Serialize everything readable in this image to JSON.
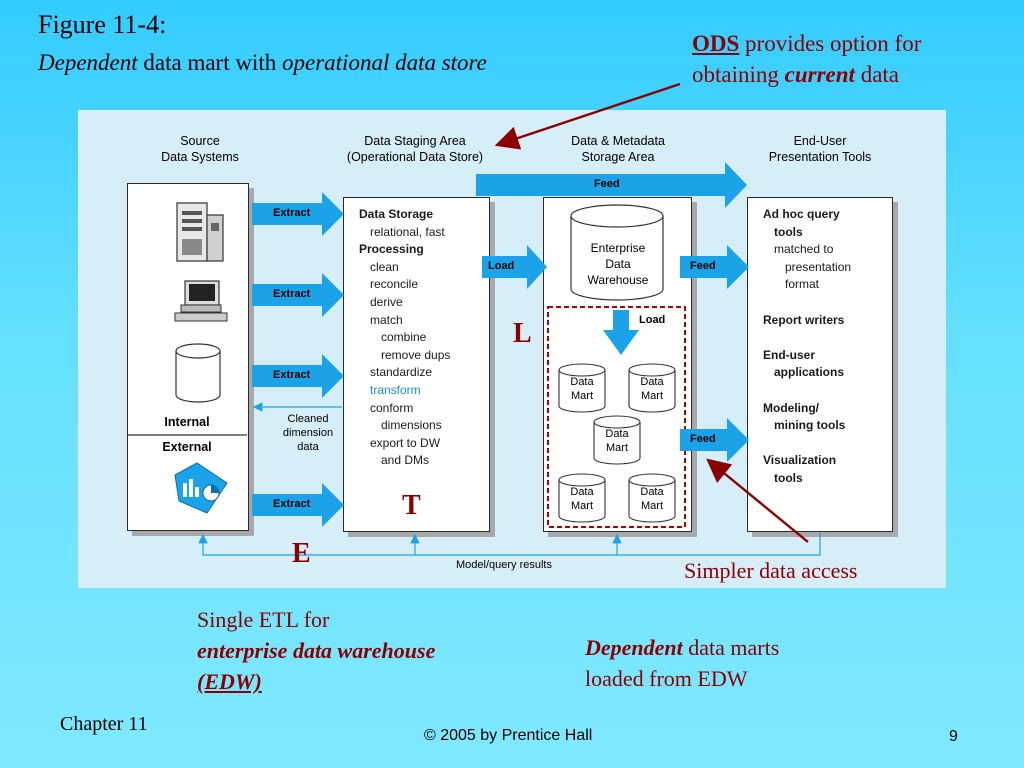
{
  "slide": {
    "title_line1": "Figure 11-4:",
    "title_line2_em": "Dependent",
    "title_line2_mid": " data mart with ",
    "title_line2_em2": "operational data store",
    "ods_note": {
      "bold": "ODS",
      "text1": " provides option for",
      "text2": "obtaining ",
      "current": "current",
      "text3": " data"
    },
    "simpler_note": "Simpler data access",
    "etl_note": {
      "line1": "Single ETL for",
      "line2": "enterprise data warehouse",
      "line3": "(EDW)"
    },
    "dependent_note": {
      "em": "Dependent",
      "rest": " data marts",
      "line2": "loaded from EDW"
    },
    "footer": {
      "chapter": "Chapter 11",
      "copyright": "© 2005 by Prentice Hall",
      "page": "9"
    }
  },
  "diagram": {
    "headers": {
      "source": [
        "Source",
        "Data Systems"
      ],
      "staging": [
        "Data Staging Area",
        "(Operational Data Store)"
      ],
      "storage": [
        "Data & Metadata",
        "Storage Area"
      ],
      "enduser": [
        "End-User",
        "Presentation Tools"
      ]
    },
    "source_labels": {
      "internal": "Internal",
      "external": "External"
    },
    "arrows": {
      "extract": "Extract",
      "load": "Load",
      "feed": "Feed"
    },
    "cleaned": [
      "Cleaned",
      "dimension",
      "data"
    ],
    "staging_list": [
      {
        "t": "Data Storage",
        "b": true,
        "indent": 0
      },
      {
        "t": "relational, fast",
        "b": false,
        "indent": 1
      },
      {
        "t": "Processing",
        "b": true,
        "indent": 0
      },
      {
        "t": "clean",
        "b": false,
        "indent": 1
      },
      {
        "t": "reconcile",
        "b": false,
        "indent": 1
      },
      {
        "t": "derive",
        "b": false,
        "indent": 1
      },
      {
        "t": "match",
        "b": false,
        "indent": 1
      },
      {
        "t": "combine",
        "b": false,
        "indent": 2
      },
      {
        "t": "remove dups",
        "b": false,
        "indent": 2
      },
      {
        "t": "standardize",
        "b": false,
        "indent": 1
      },
      {
        "t": "transform",
        "b": false,
        "indent": 1,
        "color": "#1a8fd6"
      },
      {
        "t": "conform",
        "b": false,
        "indent": 1
      },
      {
        "t": "dimensions",
        "b": false,
        "indent": 2
      },
      {
        "t": "export to DW",
        "b": false,
        "indent": 1
      },
      {
        "t": "and DMs",
        "b": false,
        "indent": 2
      }
    ],
    "edw": [
      "Enterprise",
      "Data",
      "Warehouse"
    ],
    "mart": [
      "Data",
      "Mart"
    ],
    "enduser_list": [
      {
        "t": "Ad hoc query",
        "b": true,
        "indent": 0
      },
      {
        "t": "tools",
        "b": true,
        "indent": 1
      },
      {
        "t": "matched to",
        "b": false,
        "indent": 1
      },
      {
        "t": "presentation",
        "b": false,
        "indent": 2
      },
      {
        "t": "format",
        "b": false,
        "indent": 2
      },
      {
        "t": "",
        "b": false,
        "indent": 0
      },
      {
        "t": "Report writers",
        "b": true,
        "indent": 0
      },
      {
        "t": "",
        "b": false,
        "indent": 0
      },
      {
        "t": "End-user",
        "b": true,
        "indent": 0
      },
      {
        "t": "applications",
        "b": true,
        "indent": 1
      },
      {
        "t": "",
        "b": false,
        "indent": 0
      },
      {
        "t": "Modeling/",
        "b": true,
        "indent": 0
      },
      {
        "t": "mining tools",
        "b": true,
        "indent": 1
      },
      {
        "t": "",
        "b": false,
        "indent": 0
      },
      {
        "t": "Visualization",
        "b": true,
        "indent": 0
      },
      {
        "t": "tools",
        "b": true,
        "indent": 1
      }
    ],
    "model_query": "Model/query results",
    "letters": {
      "L": "L",
      "T": "T",
      "E": "E"
    }
  },
  "colors": {
    "arrow_blue": "#1aa3e8",
    "dark_red": "#8b0000"
  }
}
